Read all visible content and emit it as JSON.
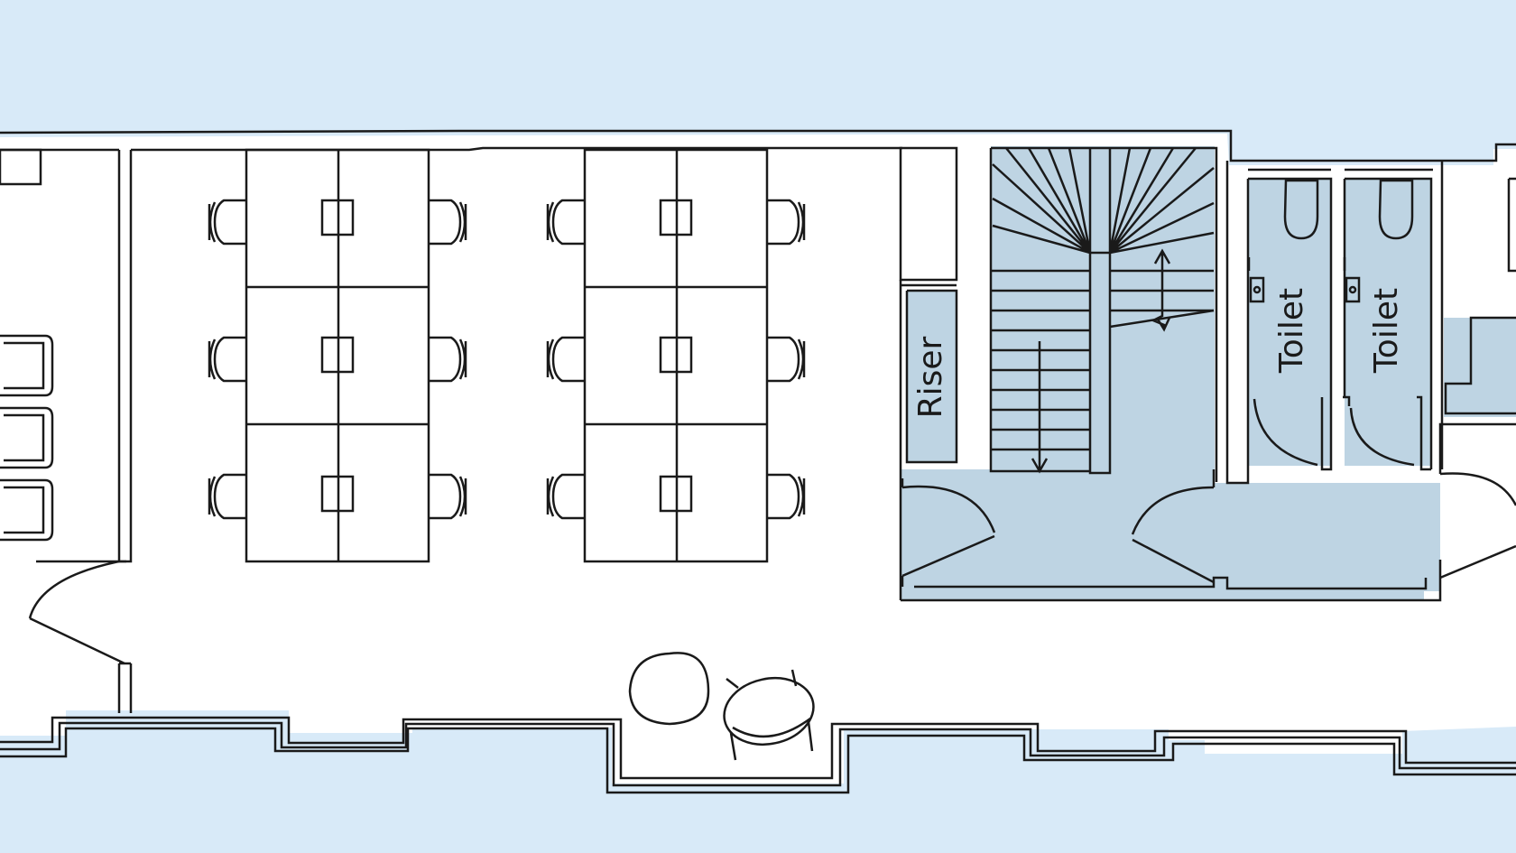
{
  "colors": {
    "background": "#d8eaf8",
    "floor": "#ffffff",
    "core": "#bed4e3",
    "line": "#1a1a1a"
  },
  "labels": {
    "riser": "Riser",
    "toilet_1": "Toilet",
    "toilet_2": "Toilet"
  },
  "furniture": {
    "desk_clusters": 2,
    "desks_per_cluster": 6,
    "chairs_per_cluster": 6,
    "sofa_seats": 3,
    "lounge_chairs": 2
  },
  "icons": [
    "door-swing-icon",
    "stair-arrow-icon",
    "toilet-icon",
    "hand-dryer-icon",
    "office-chair-icon",
    "armchair-icon"
  ]
}
